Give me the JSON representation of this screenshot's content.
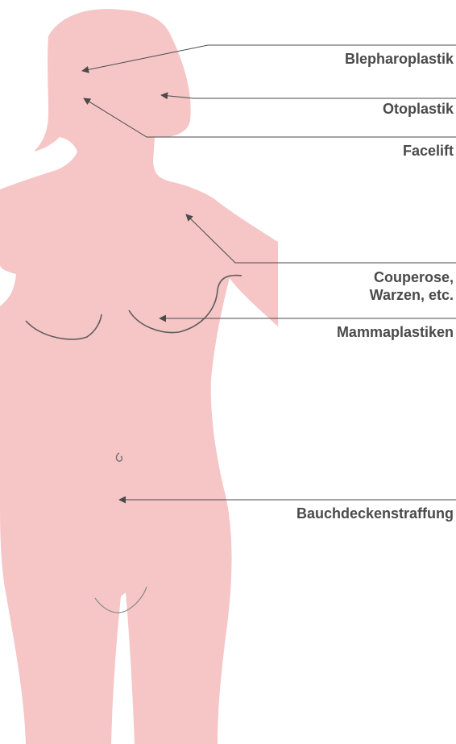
{
  "colors": {
    "body_fill": "#f6c5c6",
    "contour": "#5e5e5e",
    "leader": "#4a4a4a",
    "label_text": "#4a4a4a"
  },
  "labels": {
    "blepharoplastik": "Blepharoplastik",
    "otoplastik": "Otoplastik",
    "facelift": "Facelift",
    "couperose_line1": "Couperose,",
    "couperose_line2": "Warzen, etc.",
    "mammaplastiken": "Mammaplastiken",
    "bauchdeckenstraffung": "Bauchdeckenstraffung"
  }
}
